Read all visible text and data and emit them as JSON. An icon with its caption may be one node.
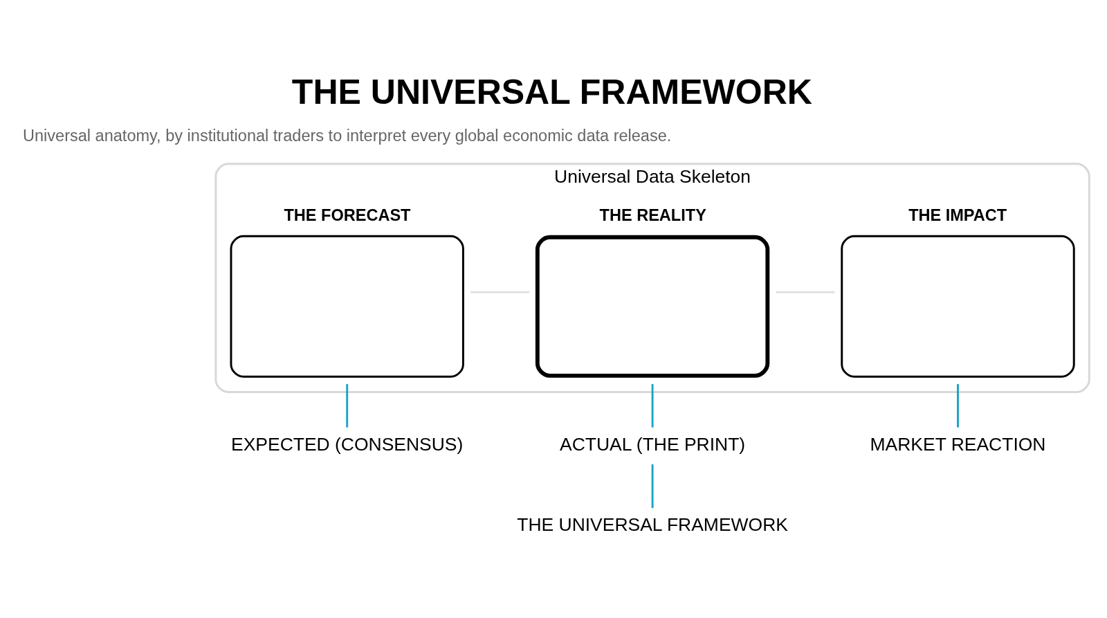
{
  "diagram": {
    "title": "THE UNIVERSAL FRAMEWORK",
    "nodes": [
      {
        "text": [
          "Universal Data Skeleton"
        ]
      },
      {
        "text": [
          "THE FORECAST"
        ],
        "in": 0
      },
      {
        "text": [
          "THE REALITY"
        ],
        "in": 0
      },
      {
        "text": [
          "THE IMPACT"
        ],
        "in": 0
      },
      {
        "text": [
          "EXPECTED (CONSENSUS)"
        ]
      },
      {
        "text": [
          "ACTUAL (THE PRINT)"
        ]
      },
      {
        "text": [
          "MARKET REACTION"
        ]
      },
      {
        "text": [
          "THE UNIVERSAL FRAMEWORK"
        ]
      }
    ],
    "edges": [
      {
        "from": 1,
        "to": 2,
        "arrow": "none",
        "color": "#e0e0e0"
      },
      {
        "from": 2,
        "to": 3,
        "arrow": "none",
        "color": "#e0e0e0"
      },
      {
        "from": 1,
        "to": 4,
        "arrow": "none"
      },
      {
        "from": 2,
        "to": 5,
        "arrow": "none"
      },
      {
        "from": 3,
        "to": 6,
        "arrow": "none"
      },
      {
        "from": 5,
        "to": 7,
        "arrow": "none"
      }
    ],
    "labels": [
      "Universal anatomy, by institutional traders to interpret every global economic data release."
    ]
  }
}
